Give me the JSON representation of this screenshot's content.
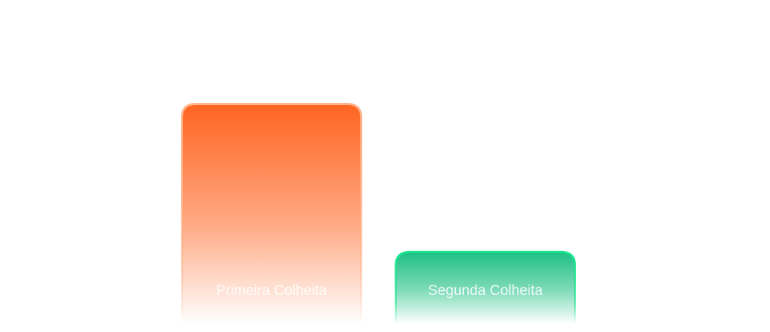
{
  "chart_data": {
    "type": "bar",
    "categories": [
      "Primeira Colheita",
      "Segunda Colheita"
    ],
    "values": [
      100,
      33
    ],
    "colors": [
      "#ff6420",
      "#1dbf85"
    ],
    "border_colors": [
      "#ffb48a",
      "#19e58f"
    ],
    "title": "",
    "xlabel": "",
    "ylabel": "",
    "grid": false,
    "legend": "none"
  }
}
